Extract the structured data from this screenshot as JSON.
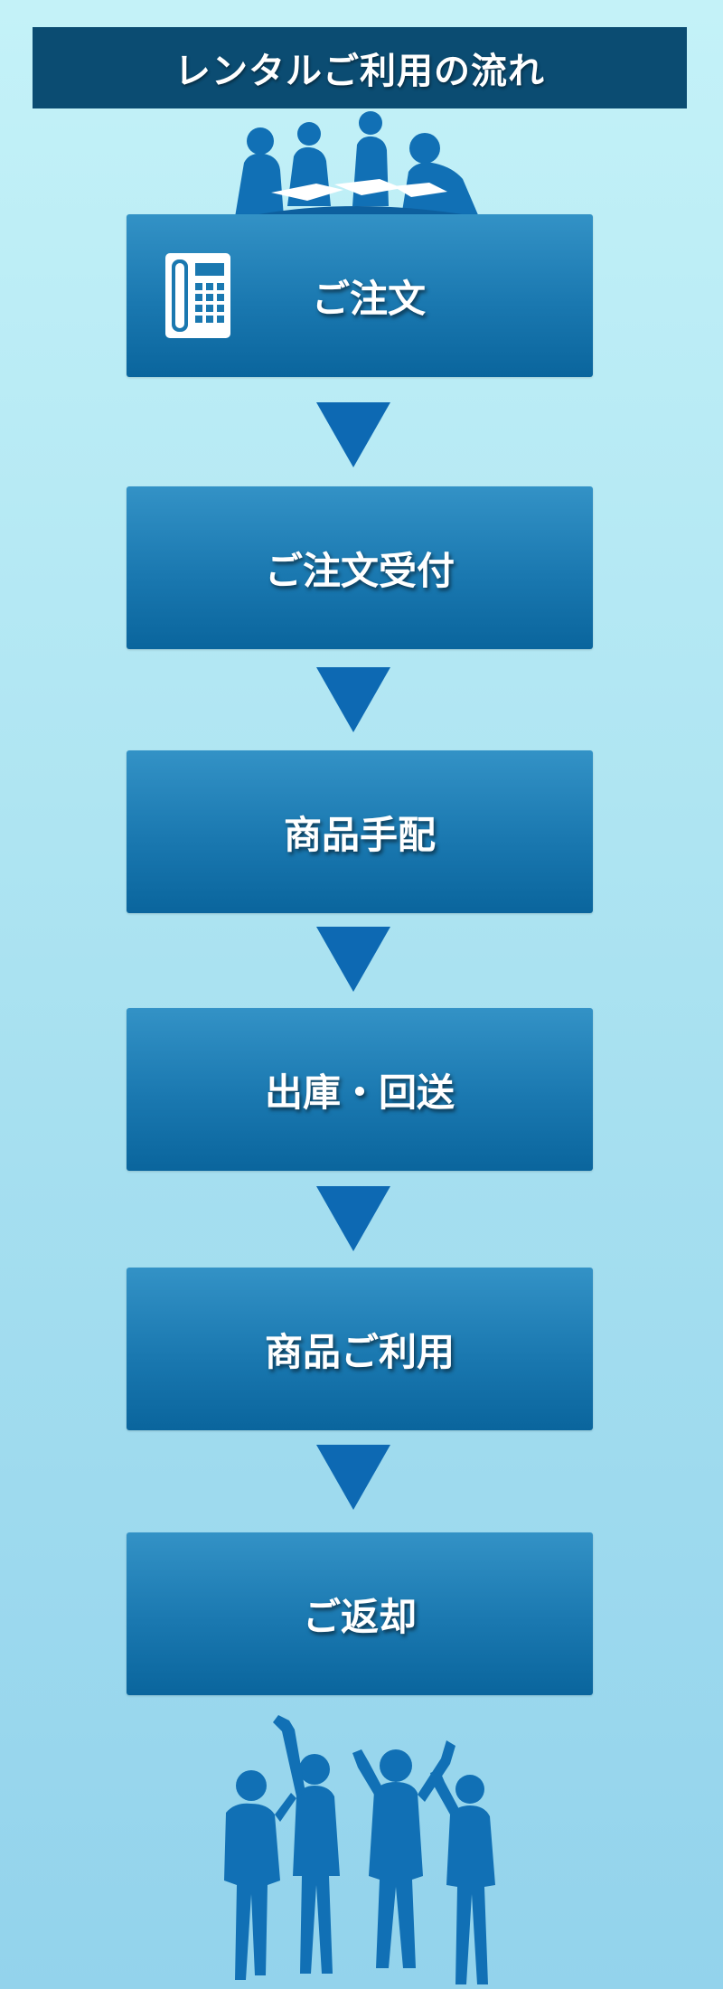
{
  "header": {
    "title": "レンタルご利用の流れ"
  },
  "steps": [
    {
      "label": "ご注文",
      "icon": "telephone-icon"
    },
    {
      "label": "ご注文受付"
    },
    {
      "label": "商品手配"
    },
    {
      "label": "出庫・回送"
    },
    {
      "label": "商品ご利用"
    },
    {
      "label": "ご返却"
    }
  ],
  "colors": {
    "header_bg": "#0b4c72",
    "step_top": "#3392c6",
    "step_bottom": "#0a659d",
    "arrow": "#0d69b3",
    "silhouette": "#1170b5"
  }
}
